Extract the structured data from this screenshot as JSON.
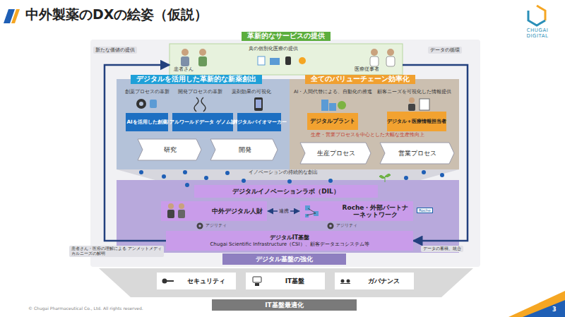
{
  "diagram": {
    "title": "中外製薬のDXの絵姿（仮説）",
    "nodes": [
      {
        "text": [
          "革新的なサービスの提供",
          "患者さん",
          "真の個別化医療の提供",
          "医療従事者"
        ]
      },
      {
        "text": [
          "デジタルを活用した革新的な新薬創出",
          "創薬プロセスの革新",
          "開発プロセスの革新",
          "薬剤効果の可視化"
        ]
      },
      {
        "text": [
          "AIを活用した創薬"
        ],
        "in": 1
      },
      {
        "text": [
          "リアルワールドデータ ゲノム診断"
        ],
        "in": 1
      },
      {
        "text": [
          "デジタルバイオマーカー"
        ],
        "in": 1
      },
      {
        "text": [
          "研究"
        ],
        "in": 1
      },
      {
        "text": [
          "開発"
        ],
        "in": 1
      },
      {
        "text": [
          "全てのバリューチェーン効率化",
          "AI・人間代替による、自動化の推進",
          "顧客ニーズを可視化した情報提供",
          "生産・営業プロセスを中心とした大幅な生産性向上"
        ]
      },
      {
        "text": [
          "デジタルプラント"
        ],
        "in": 7
      },
      {
        "text": [
          "デジタル＋医療情報担当者"
        ],
        "in": 7
      },
      {
        "text": [
          "生産プロセス"
        ],
        "in": 7
      },
      {
        "text": [
          "営業プロセス"
        ],
        "in": 7
      },
      {
        "text": [
          "デジタルイノベーションラボ（DIL）"
        ]
      },
      {
        "text": [
          "中外デジタル人財"
        ]
      },
      {
        "text": [
          "Roche・外部パートナーネットワーク"
        ]
      },
      {
        "text": [
          "デジタルIT基盤",
          "Chugai Scientific Infrastructure（CSI）、顧客データエコシステム等"
        ]
      },
      {
        "text": [
          "デジタル基盤の強化"
        ]
      },
      {
        "text": [
          "セキュリティ"
        ]
      },
      {
        "text": [
          "IT基盤"
        ]
      },
      {
        "text": [
          "ガバナンス"
        ]
      },
      {
        "text": [
          "IT基盤最適化"
        ]
      }
    ],
    "edges": [
      {
        "from": 15,
        "to": 0,
        "arrow": "to"
      },
      {
        "from": 0,
        "to": 15,
        "arrow": "to"
      },
      {
        "from": 13,
        "to": 14,
        "label": "連携",
        "arrow": "both"
      }
    ],
    "labels": [
      "新たな価値の提供",
      "データの循環",
      "イノベーションの持続的な創出",
      "アジリティ",
      "アジリティ",
      "患者さん・医療の理解による アンメットメディカルニーズの解明",
      "データの蓄積、統合",
      "Roche",
      "CHUGAI DIGITAL",
      "© Chugai Pharmaceutical Co., Ltd. All rights reserved.",
      "3"
    ]
  }
}
